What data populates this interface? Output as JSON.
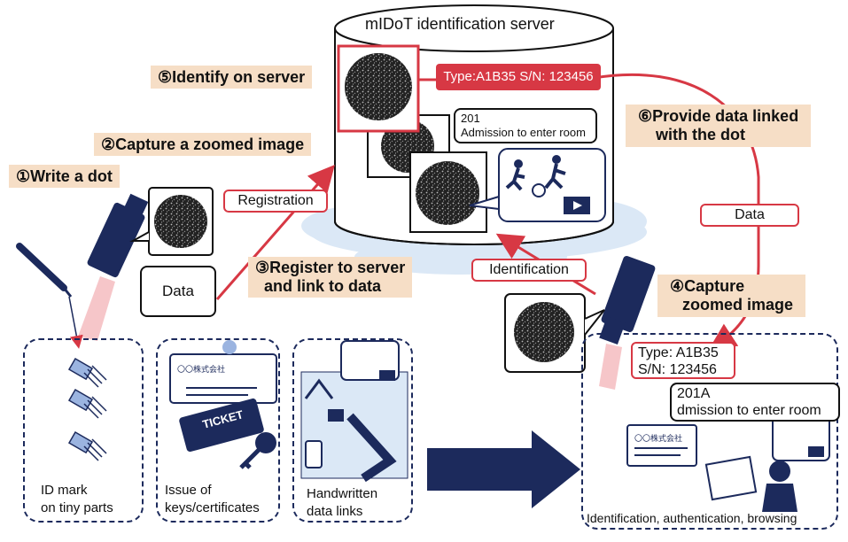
{
  "server": {
    "title": "mIDoT identification server"
  },
  "steps": {
    "s1": "①Write a dot",
    "s2": "②Capture a zoomed image",
    "s3_line1": "③Register to server",
    "s3_line2": "and link to data",
    "s4_line1": "④Capture",
    "s4_line2": "zoomed image",
    "s5": "⑤Identify on server",
    "s6_line1": "⑥Provide data linked",
    "s6_line2": "with the dot"
  },
  "server_records": {
    "type_sn": "Type:A1B35 S/N: 123456",
    "room_no": "201",
    "room_text": "Admission to enter room"
  },
  "flows": {
    "registration": "Registration",
    "identification": "Identification",
    "data_arrow": "Data",
    "data_box": "Data"
  },
  "panels": {
    "tiny_parts_line1": "ID mark",
    "tiny_parts_line2": "on tiny parts",
    "keys_line1": "Issue of",
    "keys_line2": "keys/certificates",
    "handwritten_line1": "Handwritten",
    "handwritten_line2": "data links",
    "result_caption": "Identification, authentication, browsing",
    "result_type": "Type: A1B35",
    "result_sn": "S/N: 123456",
    "result_room": "201A",
    "result_text": "dmission to enter room",
    "ticket": "TICKET",
    "company": "〇〇株式会社"
  },
  "colors": {
    "accent_red": "#d73844",
    "navy": "#1c2a5c",
    "label_bg": "#f6dec6",
    "cloud": "#dbe8f6"
  }
}
